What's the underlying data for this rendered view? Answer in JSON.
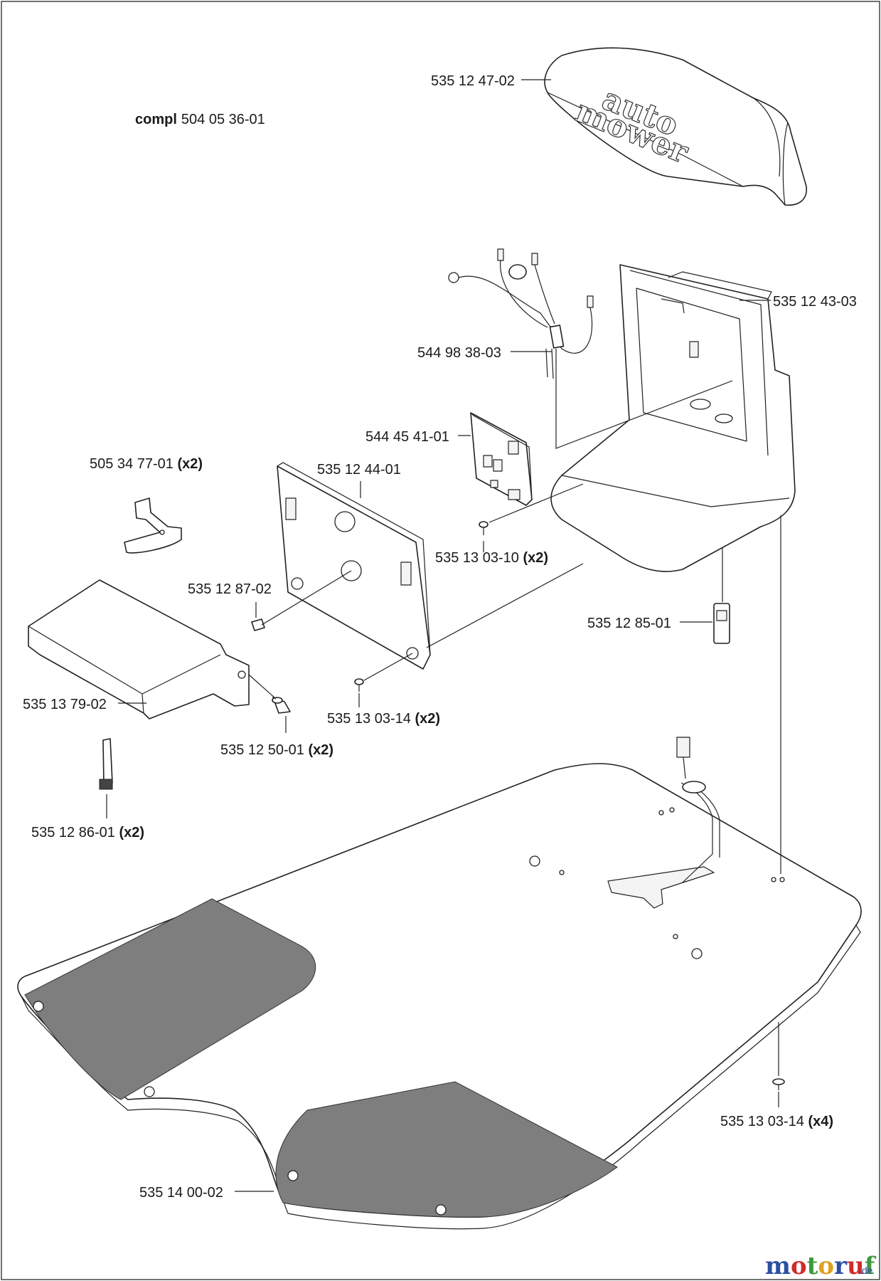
{
  "title": {
    "bold": "compl",
    "number": "504 05 36-01"
  },
  "parts": [
    {
      "id": "cover",
      "number": "535 12 47-02",
      "qty": ""
    },
    {
      "id": "housing",
      "number": "535 12 43-03",
      "qty": ""
    },
    {
      "id": "cable-harness",
      "number": "544 98 38-03",
      "qty": ""
    },
    {
      "id": "circuit-board",
      "number": "544 45 41-01",
      "qty": ""
    },
    {
      "id": "clip",
      "number": "505 34 77-01",
      "qty": "(x2)"
    },
    {
      "id": "plate",
      "number": "535 12 44-01",
      "qty": ""
    },
    {
      "id": "pcb-screw",
      "number": "535 13 03-10",
      "qty": "(x2)"
    },
    {
      "id": "pin",
      "number": "535 12 87-02",
      "qty": ""
    },
    {
      "id": "connector",
      "number": "535 12 85-01",
      "qty": ""
    },
    {
      "id": "bracket",
      "number": "535 13 79-02",
      "qty": ""
    },
    {
      "id": "plate-screw",
      "number": "535 13 03-14",
      "qty": "(x2)"
    },
    {
      "id": "spacer",
      "number": "535 12 50-01",
      "qty": "(x2)"
    },
    {
      "id": "strip",
      "number": "535 12 86-01",
      "qty": "(x2)"
    },
    {
      "id": "base-screw",
      "number": "535 13 03-14",
      "qty": "(x4)"
    },
    {
      "id": "base-plate",
      "number": "535 14 00-02",
      "qty": ""
    }
  ],
  "cover_logo": {
    "line1": "auto",
    "line2": "mower"
  },
  "watermark": {
    "text": "motoruf",
    "suffix": ".de",
    "colors": [
      "#2b4fa3",
      "#d22b2b",
      "#3c9a3c",
      "#e0a020"
    ]
  }
}
